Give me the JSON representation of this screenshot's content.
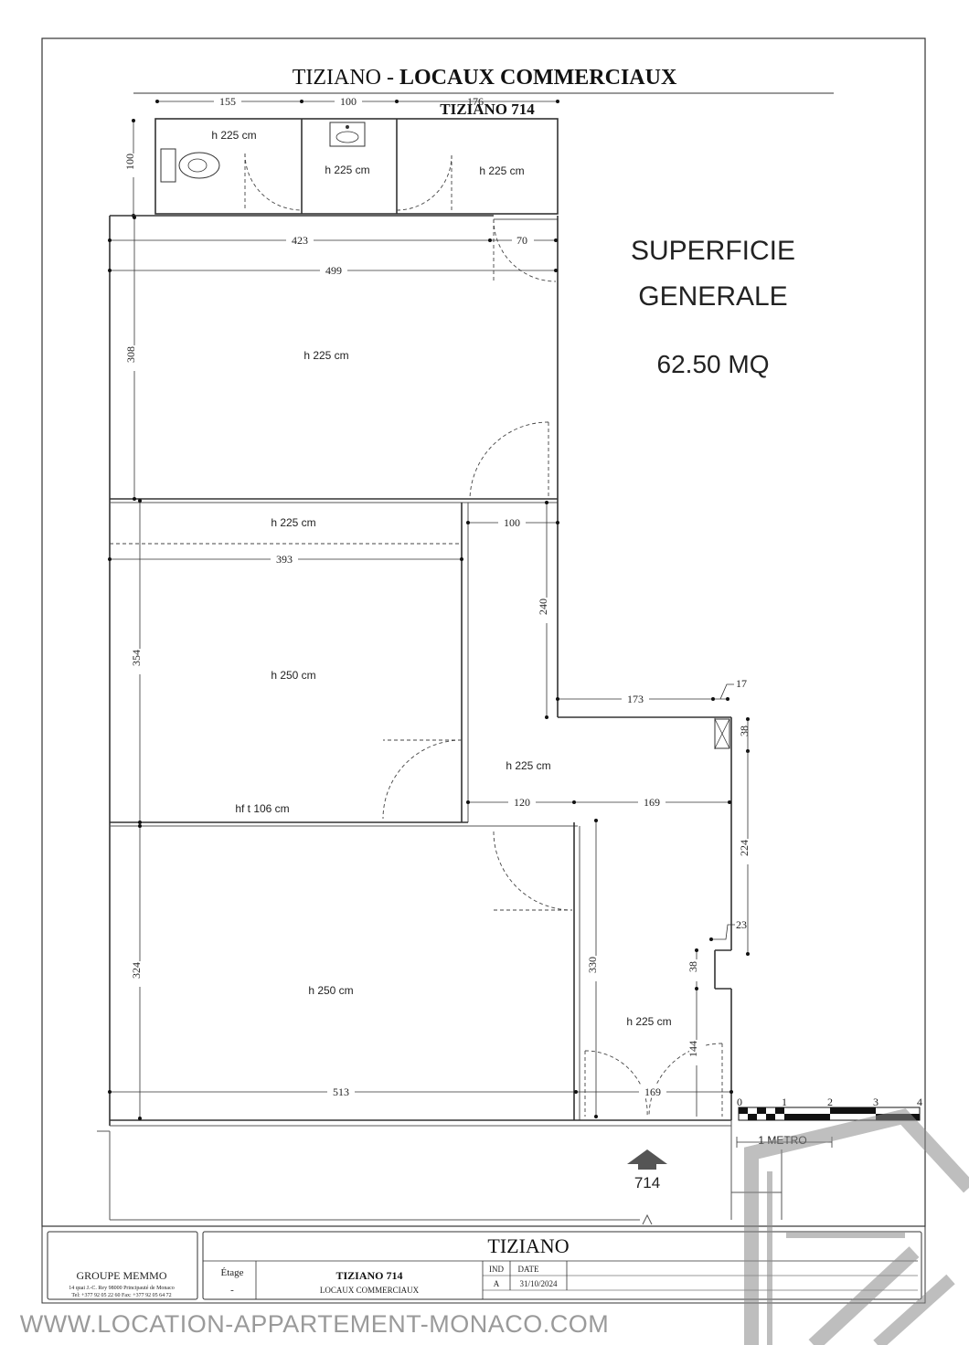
{
  "header": {
    "title_part1": "TIZIANO -",
    "title_part2": "LOCAUX COMMERCIAUX",
    "subtitle": "TIZIANO 714"
  },
  "summary": {
    "line1": "SUPERFICIE",
    "line2": "GENERALE",
    "area": "62.50 MQ"
  },
  "rooms": {
    "wc": "h 225 cm",
    "sink": "h 225 cm",
    "storage": "h 225 cm",
    "room1": "h 225 cm",
    "corridor": "h 225 cm",
    "room2": "h 250 cm",
    "hall": "h 225 cm",
    "soffit": "hf t 106 cm",
    "room3": "h 250 cm",
    "entry": "h 225 cm"
  },
  "dimensions": {
    "d155": "155",
    "d100top": "100",
    "d176": "176",
    "d100left": "100",
    "d423": "423",
    "d70": "70",
    "d499": "499",
    "d308": "308",
    "d100mid": "100",
    "d393": "393",
    "d240": "240",
    "d354": "354",
    "d173": "173",
    "d17": "17",
    "d38a": "38",
    "d120": "120",
    "d169a": "169",
    "d224": "224",
    "d23": "23",
    "d330": "330",
    "d324": "324",
    "d38b": "38",
    "d144": "144",
    "d513": "513",
    "d169b": "169"
  },
  "scale": {
    "ticks": [
      "0",
      "1",
      "2",
      "3",
      "4"
    ],
    "label": "1 METRO"
  },
  "entrance": {
    "label": "714"
  },
  "titleblock": {
    "company": "GROUPE MEMMO",
    "address": "14 quai J.-C. Rey   98000 Principauté de Monaco",
    "phone": "Tel: +377 92 05 22 60    Fax: +377 92 05 64 72",
    "etage_label": "Étage",
    "etage_value": "-",
    "project": "TIZIANO",
    "unit": "TIZIANO 714",
    "unit_desc": "LOCAUX COMMERCIAUX",
    "ind_label": "IND",
    "date_label": "DATE",
    "ind_value": "A",
    "date_value": "31/10/2024"
  },
  "watermark": {
    "url": "WWW.LOCATION-APPARTEMENT-MONACO.COM"
  }
}
